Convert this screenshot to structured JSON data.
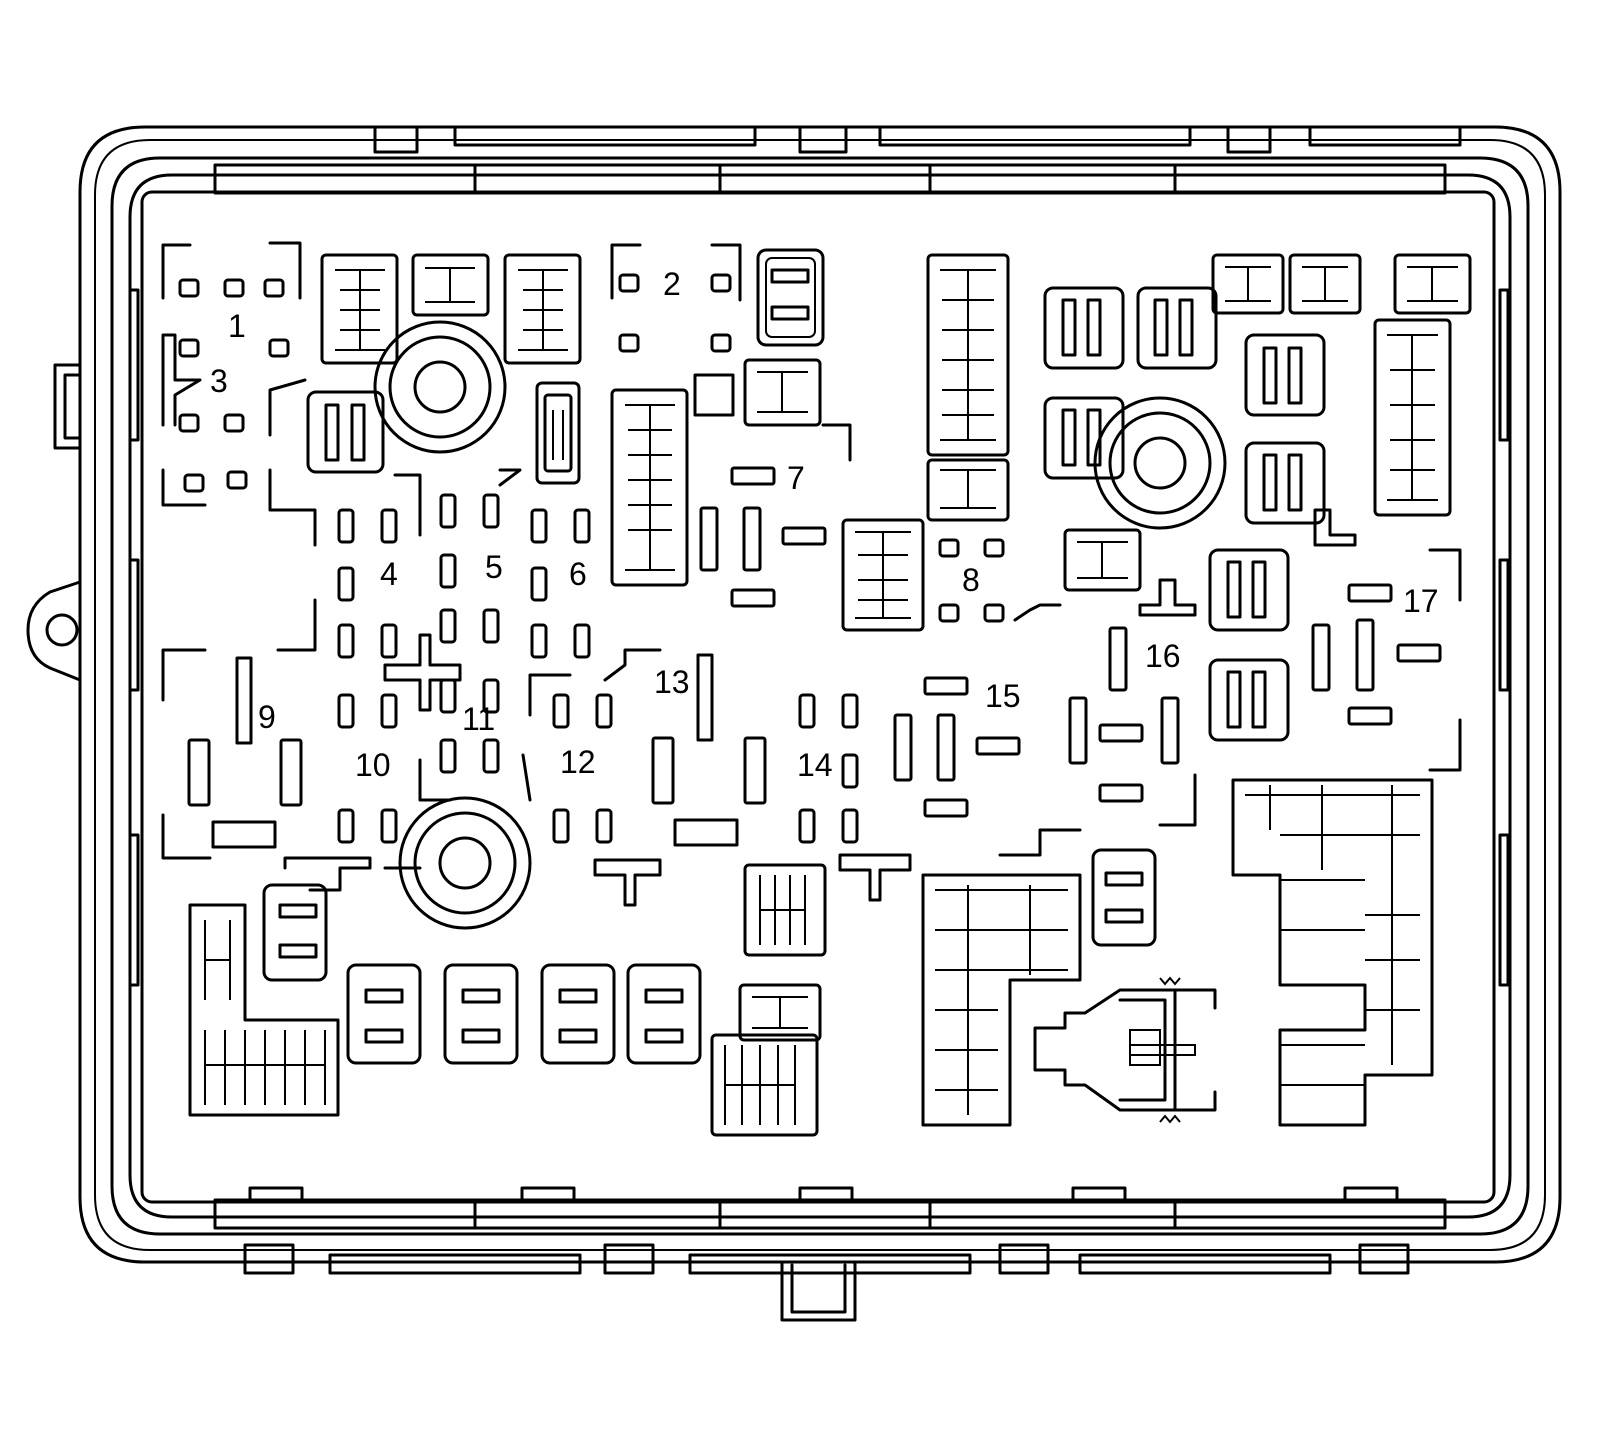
{
  "diagram": {
    "title": "",
    "line_color": "#000000",
    "background_color": "#ffffff",
    "callouts": [
      "1",
      "2",
      "3",
      "4",
      "5",
      "6",
      "7",
      "8",
      "9",
      "10",
      "11",
      "12",
      "13",
      "14",
      "15",
      "16",
      "17"
    ]
  }
}
